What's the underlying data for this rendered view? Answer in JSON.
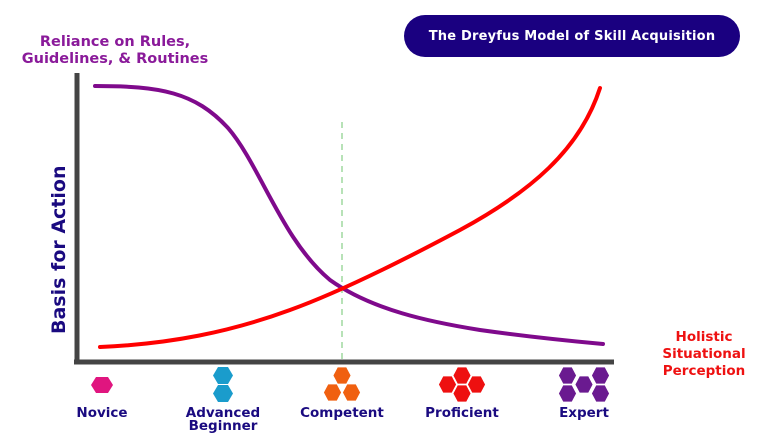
{
  "title": "The Dreyfus Model of Skill Acquisition",
  "y_axis_label": "Basis for Action",
  "curve_labels": {
    "rules": "Reliance on Rules, Guidelines, & Routines",
    "rules_line1": "Reliance on Rules,",
    "rules_line2": "Guidelines, & Routines",
    "holistic_line1": "Holistic",
    "holistic_line2": "Situational",
    "holistic_line3": "Perception"
  },
  "colors": {
    "title_bg": "#1a0080",
    "rules_curve": "#7f0a8c",
    "holistic_curve": "#ff0000",
    "axis": "#444444",
    "divider": "#9fd89f",
    "stage_text": "#1a0a80"
  },
  "stages": [
    {
      "label": "Novice",
      "line1": "Novice",
      "line2": "",
      "hexagons": 1,
      "color": "#e0157f"
    },
    {
      "label": "Advanced Beginner",
      "line1": "Advanced",
      "line2": "Beginner",
      "hexagons": 2,
      "color": "#1a9ccc"
    },
    {
      "label": "Competent",
      "line1": "Competent",
      "line2": "",
      "hexagons": 3,
      "color": "#f06010"
    },
    {
      "label": "Proficient",
      "line1": "Proficient",
      "line2": "",
      "hexagons": 4,
      "color": "#ee1010"
    },
    {
      "label": "Expert",
      "line1": "Expert",
      "line2": "",
      "hexagons": 5,
      "color": "#6a1a90"
    }
  ],
  "chart_data": {
    "type": "line",
    "title": "The Dreyfus Model of Skill Acquisition",
    "xlabel": "",
    "ylabel": "Basis for Action",
    "categories": [
      "Novice",
      "Advanced Beginner",
      "Competent",
      "Proficient",
      "Expert"
    ],
    "series": [
      {
        "name": "Reliance on Rules, Guidelines, & Routines",
        "values": [
          95,
          75,
          25,
          14,
          8
        ]
      },
      {
        "name": "Holistic Situational Perception",
        "values": [
          5,
          12,
          25,
          50,
          92
        ]
      }
    ],
    "annotations": [
      "Curves intersect at Competent (dashed vertical line)"
    ],
    "ylim": [
      0,
      100
    ],
    "grid": false,
    "legend": "inline labels"
  }
}
